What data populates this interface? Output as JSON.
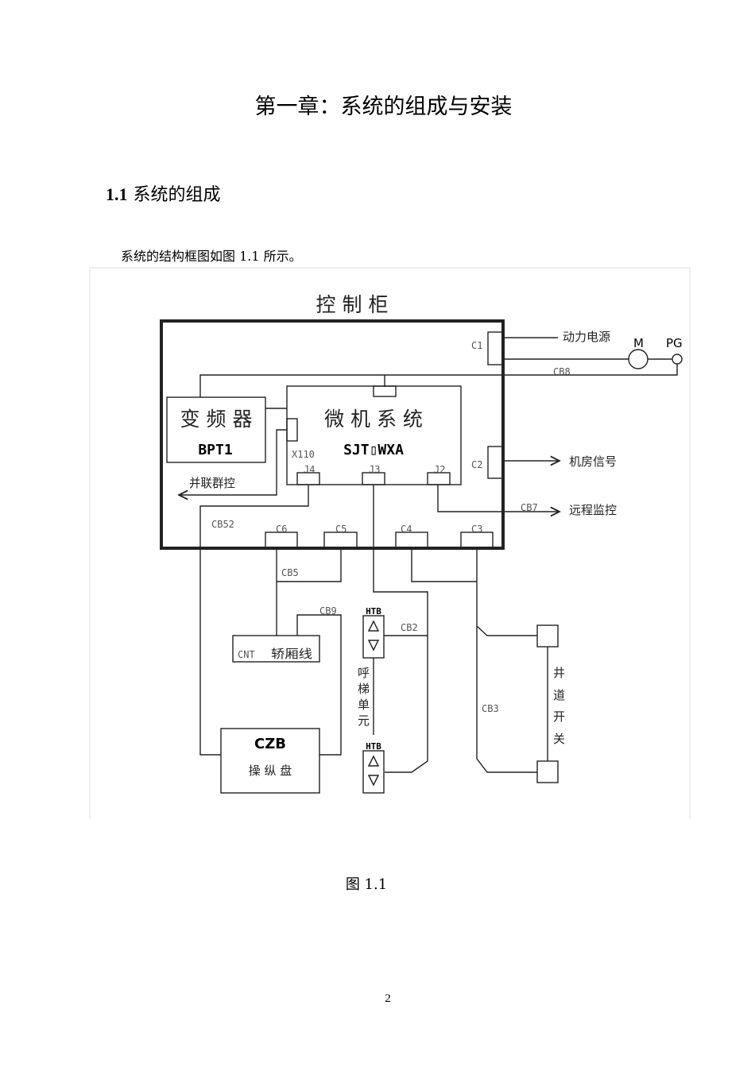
{
  "chapter_title": "第一章：系统的组成与安装",
  "section": {
    "number": "1.1",
    "title": "系统的组成"
  },
  "intro": "系统的结构框图如图 1.1 所示。",
  "figure": {
    "cabinet_title": "控 制 柜",
    "inverter": {
      "name": "变 频 器",
      "model": "BPT1"
    },
    "micro": {
      "name": "微 机 系 统",
      "model": "SJT▯WXA",
      "port": "X110",
      "j4": "J4",
      "j3": "J3",
      "j2": "J2"
    },
    "connectors": {
      "c1": "C1",
      "c2": "C2",
      "c3": "C3",
      "c4": "C4",
      "c5": "C5",
      "c6": "C6"
    },
    "cables": {
      "cb8": "CB8",
      "cb7": "CB7",
      "cb52": "CB52",
      "cb5": "CB5",
      "cb9": "CB9",
      "cb2": "CB2",
      "cb3": "CB3"
    },
    "power": "动力电源",
    "motor": "M",
    "encoder": "PG",
    "machine_room": "机房信号",
    "remote": "远程监控",
    "parallel": "并联群控",
    "cnt": "CNT",
    "car_cable": "轿厢线",
    "czb": "CZB",
    "czb_name": "操 纵 盘",
    "htb_top": "HTB",
    "htb_bottom": "HTB",
    "call_unit": [
      "呼",
      "梯",
      "单",
      "元"
    ],
    "shaft_switch": [
      "井",
      "道",
      "开",
      "关"
    ]
  },
  "caption": "图  1.1",
  "page_number": "2"
}
